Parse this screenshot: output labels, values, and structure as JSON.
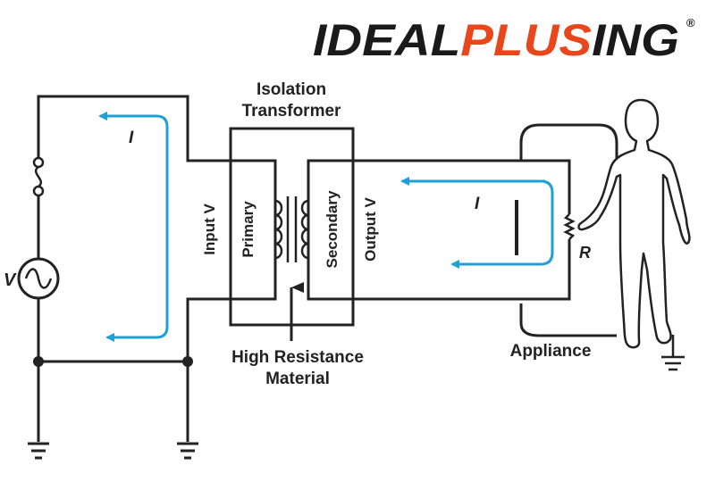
{
  "logo": {
    "part1": "IDEAL",
    "part2": "PLUS",
    "part3": "ING",
    "registered": "®",
    "colors": {
      "dark": "#1a1a1a",
      "accent": "#e8461b"
    }
  },
  "diagram": {
    "transformer_title_line1": "Isolation",
    "transformer_title_line2": "Transformer",
    "input_label": "Input V",
    "output_label": "Output V",
    "primary_label": "Primary",
    "secondary_label": "Secondary",
    "material_label_line1": "High Resistance",
    "material_label_line2": "Material",
    "appliance_label": "Appliance",
    "source_label": "V",
    "current_left": "I",
    "current_right": "I",
    "resistor_label": "R",
    "colors": {
      "wire": "#222222",
      "current": "#1f9fd6"
    }
  }
}
